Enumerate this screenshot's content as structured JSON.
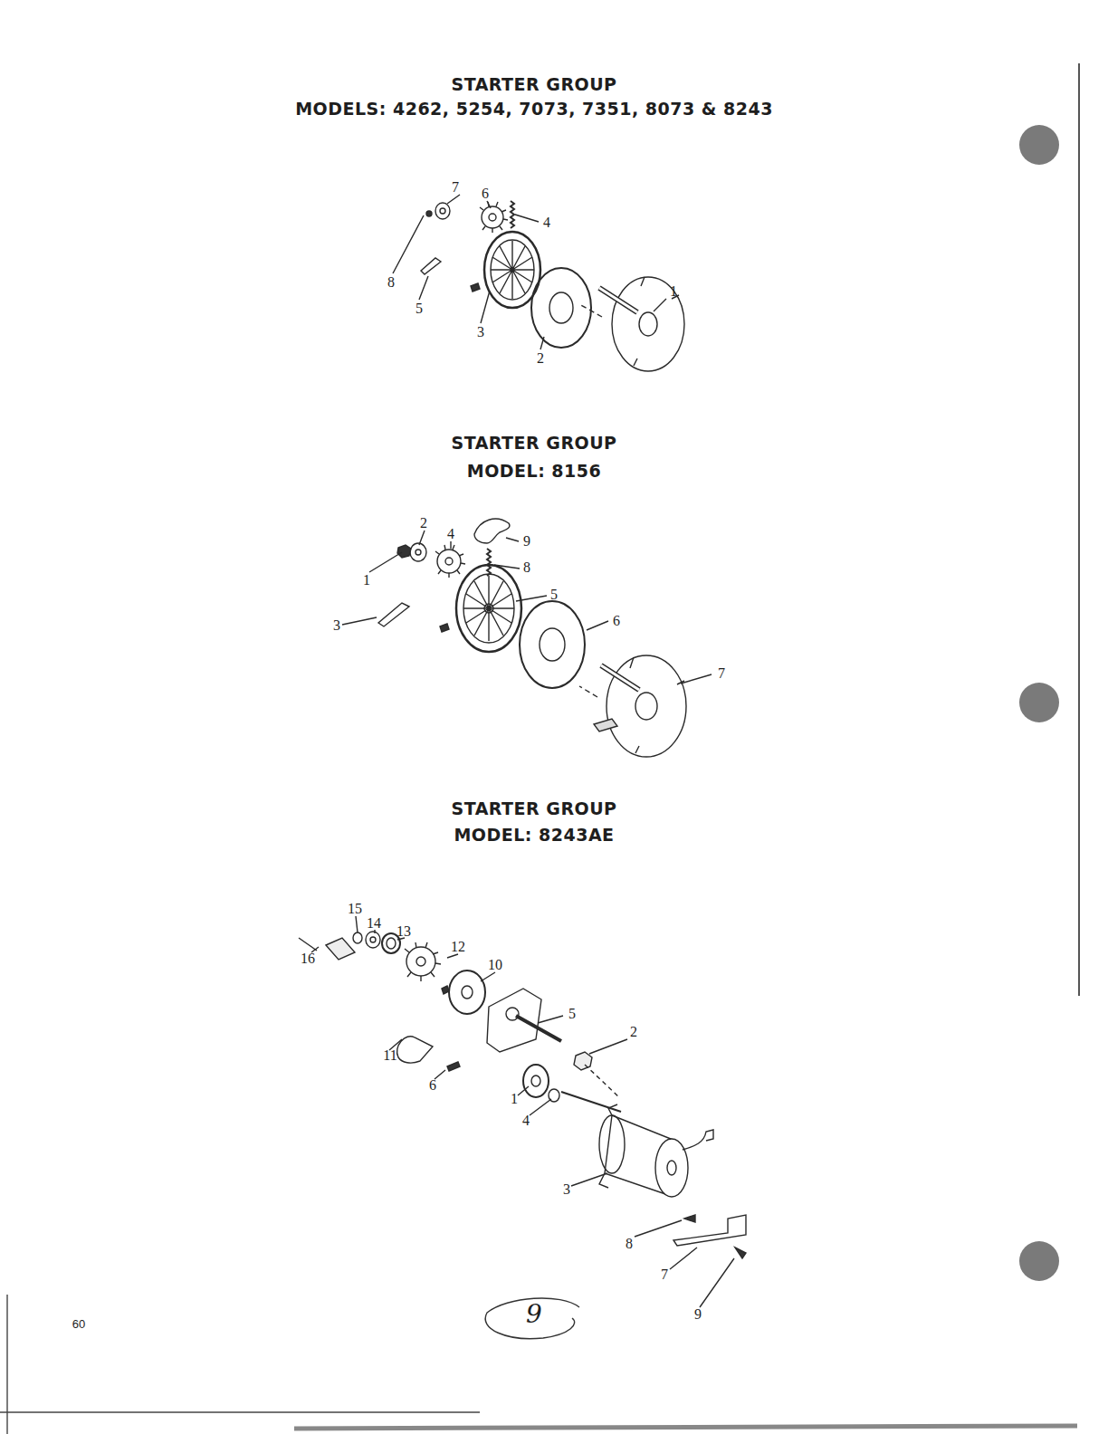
{
  "diagram": {
    "labels": [
      "STARTER GROUP",
      "MODELS: 4262, 5254, 7073, 7351, 8073 & 8243",
      "7",
      "6",
      "4",
      "8",
      "5",
      "3",
      "2",
      "1",
      "STARTER GROUP",
      "MODEL: 8156",
      "2",
      "4",
      "9",
      "1",
      "8",
      "3",
      "5",
      "6",
      "7",
      "STARTER GROUP",
      "MODEL: 8243AE",
      "15",
      "14",
      "13",
      "16",
      "12",
      "10",
      "5",
      "11",
      "2",
      "6",
      "1",
      "4",
      "3",
      "8",
      "7",
      "9",
      "60",
      "9"
    ]
  }
}
